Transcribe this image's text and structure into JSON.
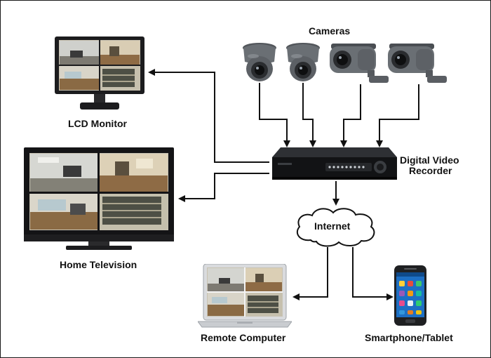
{
  "labels": {
    "cameras": "Cameras",
    "dvr_line1": "Digital Video",
    "dvr_line2": "Recorder",
    "lcd_monitor": "LCD Monitor",
    "home_tv": "Home Television",
    "internet": "Internet",
    "remote_computer": "Remote Computer",
    "smartphone": "Smartphone/Tablet"
  },
  "connections": [
    {
      "from": "camera-1",
      "to": "dvr"
    },
    {
      "from": "camera-2",
      "to": "dvr"
    },
    {
      "from": "camera-3",
      "to": "dvr"
    },
    {
      "from": "camera-4",
      "to": "dvr"
    },
    {
      "from": "dvr",
      "to": "lcd-monitor"
    },
    {
      "from": "dvr",
      "to": "home-television"
    },
    {
      "from": "dvr",
      "to": "internet"
    },
    {
      "from": "internet",
      "to": "remote-computer"
    },
    {
      "from": "internet",
      "to": "smartphone-tablet"
    }
  ],
  "colors": {
    "device_body": "#1c1c1e",
    "camera_body": "#5e6266",
    "feed_wall": "#d7d2c6",
    "feed_floor": "#8a6a44",
    "phone_screen": "#1d6fc4",
    "arrow": "#111111"
  }
}
